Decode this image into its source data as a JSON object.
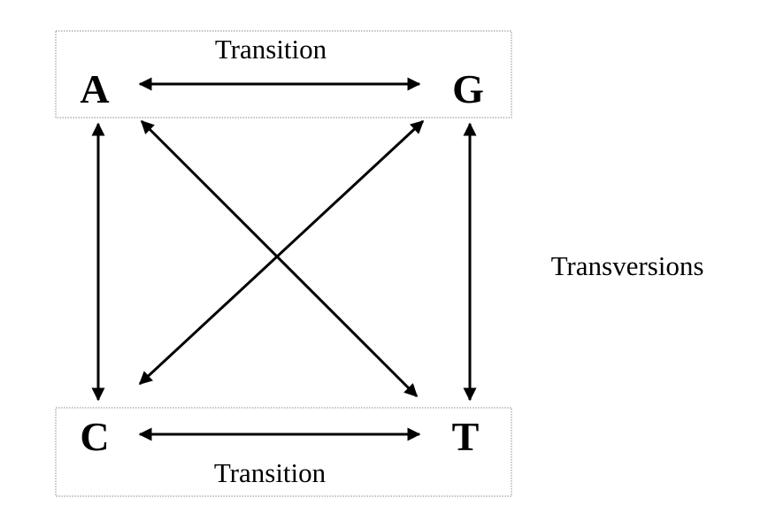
{
  "bases": {
    "a": "A",
    "g": "G",
    "c": "C",
    "t": "T"
  },
  "labels": {
    "transition_top": "Transition",
    "transition_bottom": "Transition",
    "transversions": "Transversions"
  }
}
